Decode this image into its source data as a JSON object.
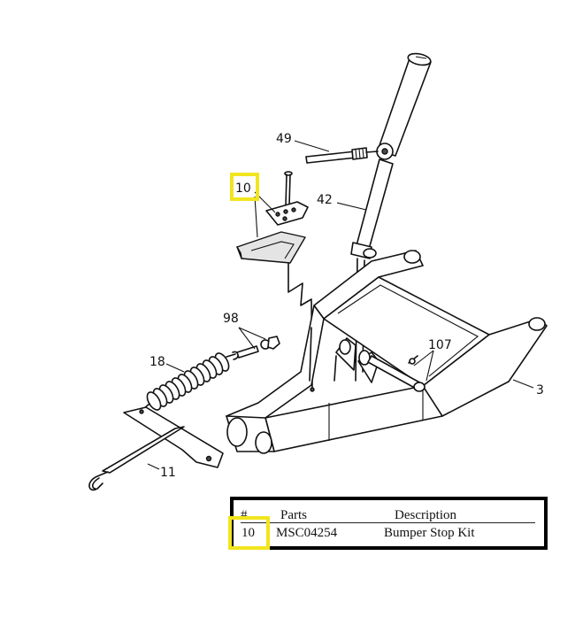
{
  "diagram": {
    "callouts": [
      {
        "id": "49",
        "text": "49"
      },
      {
        "id": "10",
        "text": "10"
      },
      {
        "id": "42",
        "text": "42"
      },
      {
        "id": "98",
        "text": "98"
      },
      {
        "id": "18",
        "text": "18"
      },
      {
        "id": "107",
        "text": "107"
      },
      {
        "id": "3",
        "text": "3"
      },
      {
        "id": "11",
        "text": "11"
      }
    ],
    "highlight_color": "#f2e51f"
  },
  "parts_table": {
    "headers": [
      "#",
      "Parts",
      "Description"
    ],
    "rows": [
      {
        "number": "10",
        "part": "MSC04254",
        "description": "Bumper Stop Kit"
      }
    ]
  }
}
